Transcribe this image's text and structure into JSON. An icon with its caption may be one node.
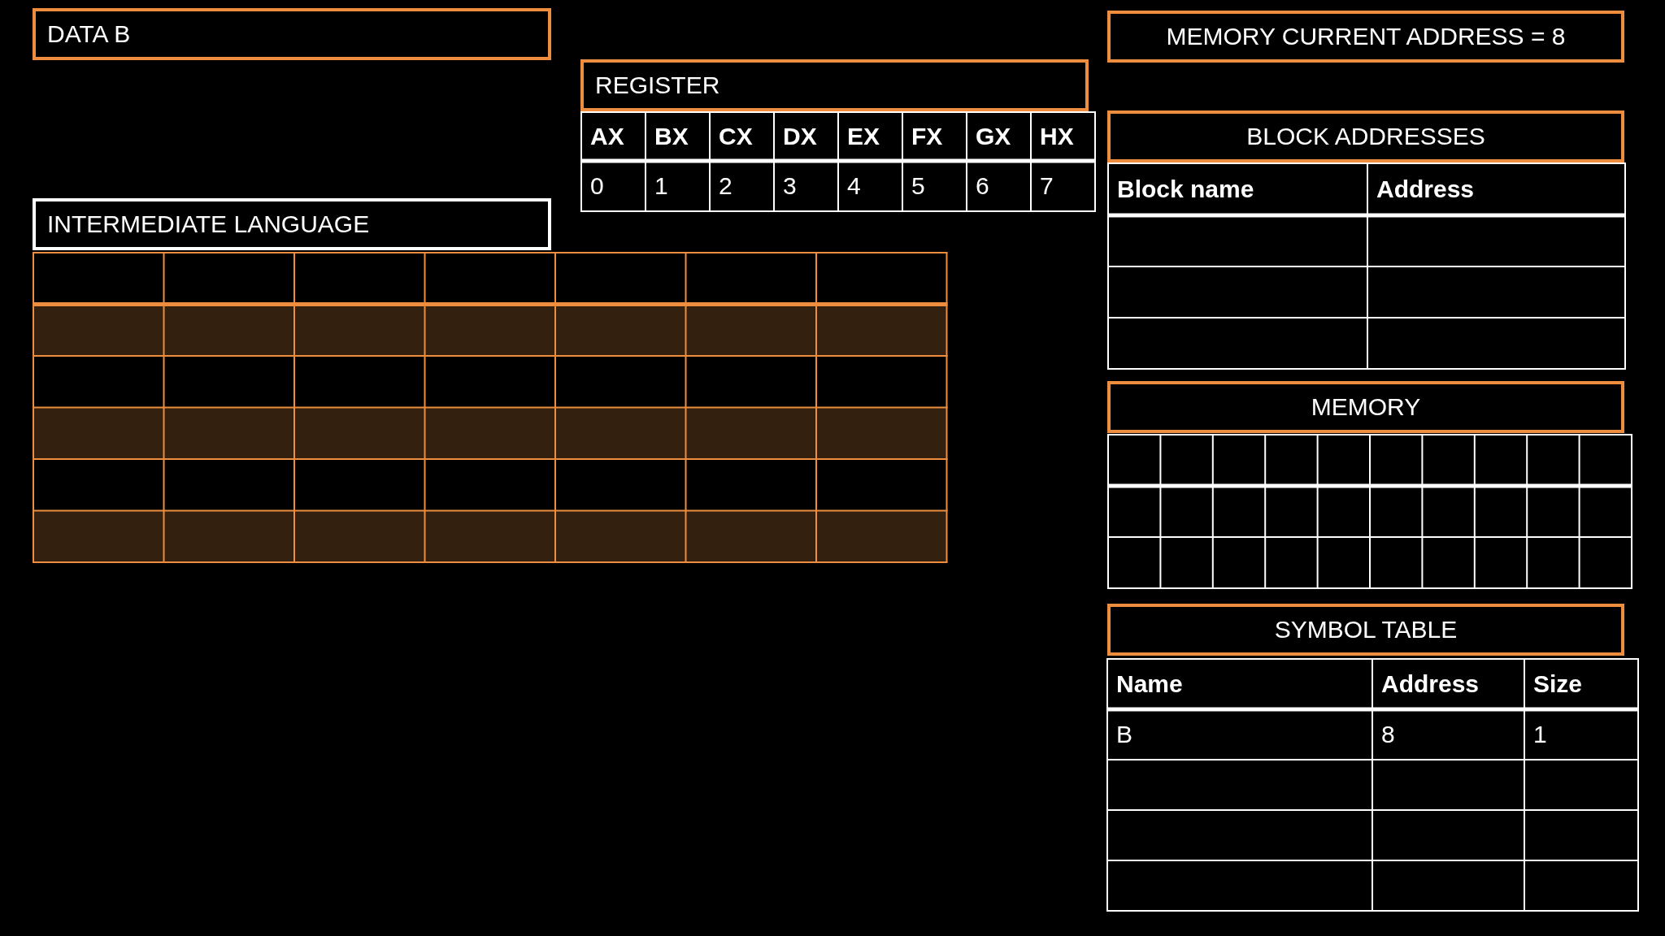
{
  "diagram": {
    "nodes": [
      {
        "text": [
          "DATA B"
        ]
      },
      {
        "text": [
          "MEMORY CURRENT ADDRESS = 8"
        ]
      },
      {
        "text": [
          "REGISTER"
        ]
      },
      {
        "text": [
          "BLOCK ADDRESSES"
        ]
      },
      {
        "text": [
          "INTERMEDIATE LANGUAGE"
        ]
      },
      {
        "text": [
          "MEMORY"
        ]
      },
      {
        "text": [
          "SYMBOL TABLE"
        ]
      }
    ],
    "labels": [
      "AX",
      "BX",
      "CX",
      "DX",
      "EX",
      "FX",
      "GX",
      "HX",
      "0",
      "1",
      "2",
      "3",
      "4",
      "5",
      "6",
      "7",
      "Block name",
      "Address",
      "Name",
      "Address",
      "Size",
      "B",
      "8",
      "1"
    ]
  }
}
